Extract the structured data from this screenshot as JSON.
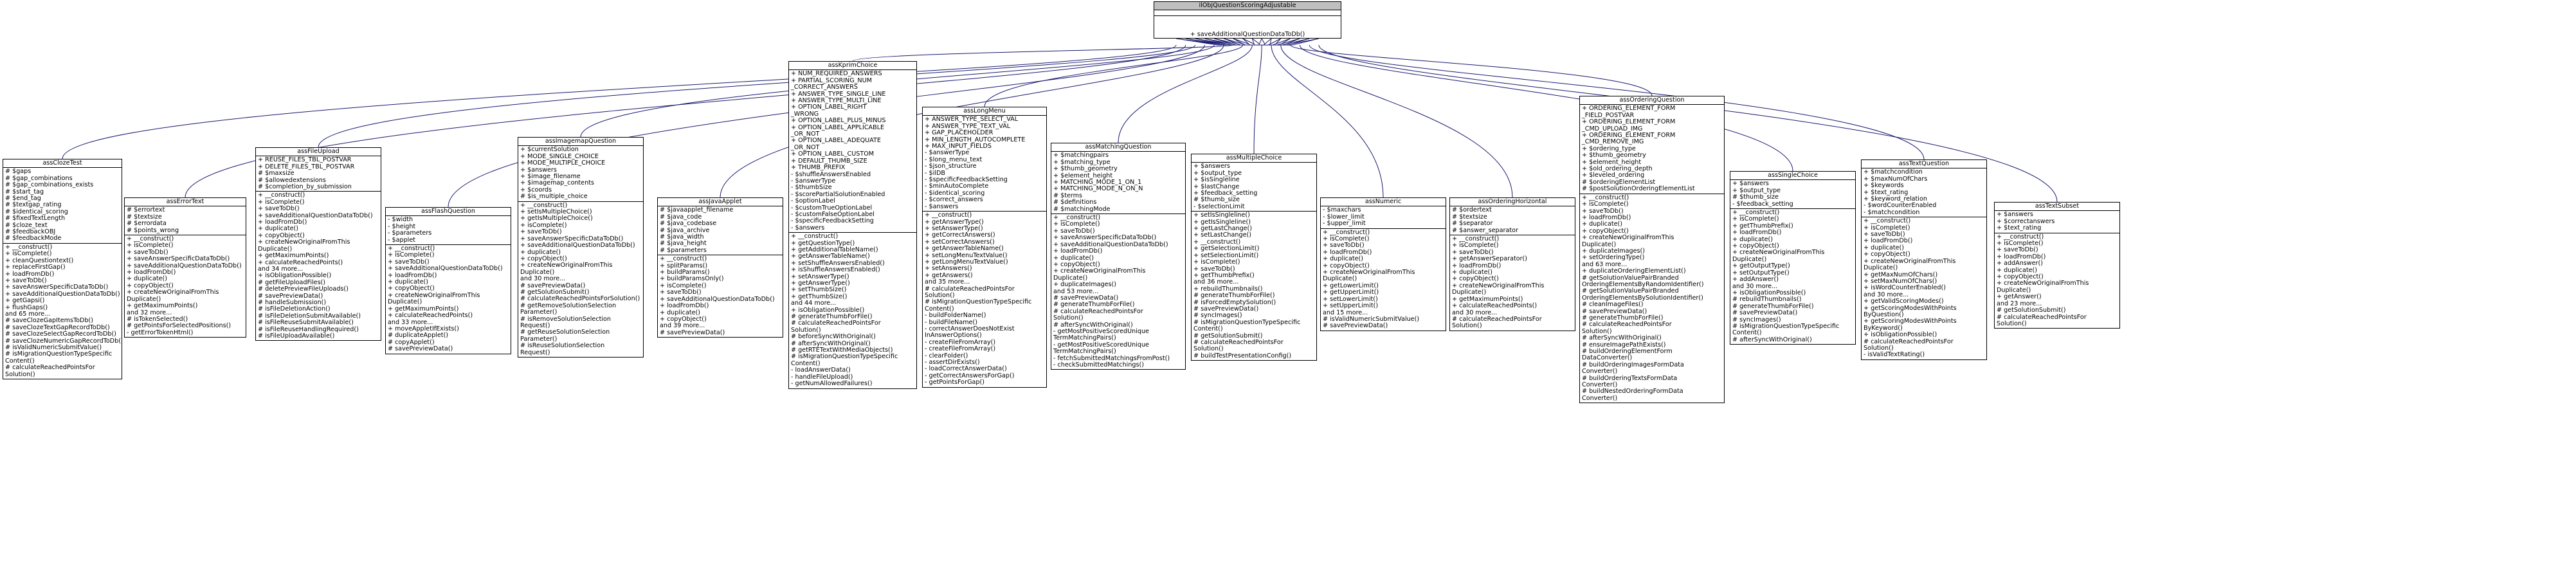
{
  "interface": {
    "name": "ilObjQuestionScoringAdjustable",
    "ops": [
      "+ saveAdditionalQuestionDataToDb()"
    ]
  },
  "classes": [
    {
      "key": "cloze",
      "name": "assClozeTest",
      "attrs": [
        "# $gaps",
        "# $gap_combinations",
        "# $gap_combinations_exists",
        "# $start_tag",
        "# $end_tag",
        "# $textgap_rating",
        "# $identical_scoring",
        "# $fixedTextLength",
        "# $cloze_text",
        "# $feedbackOBJ",
        "# $feedbackMode"
      ],
      "ops": [
        "+ __construct()",
        "+ isComplete()",
        "+ cleanQuestiontext()",
        "+ replaceFirstGap()",
        "+ loadFromDb()",
        "+ saveToDb()",
        "+ saveAnswerSpecificDataToDb()",
        "+ saveAdditionalQuestionDataToDb()",
        "+ getGapsi()",
        "+ flushGaps()",
        "and 65 more...",
        "# saveClozeGapItemsToDb()",
        "# saveClozeTextGapRecordToDb()",
        "# saveClozeSelectGapRecordToDb()",
        "# saveClozeNumericGapRecordToDb()",
        "# isValidNumericSubmitValue()",
        "# isMigrationQuestionTypeSpecific",
        "Content()",
        "# calculateReachedPointsFor",
        "Solution()"
      ]
    },
    {
      "key": "error",
      "name": "assErrorText",
      "attrs": [
        "# $errortext",
        "# $textsize",
        "# $errordata",
        "# $points_wrong"
      ],
      "ops": [
        "+ __construct()",
        "+ isComplete()",
        "+ saveToDb()",
        "+ saveAnswerSpecificDataToDb()",
        "+ saveAdditionalQuestionDataToDb()",
        "+ loadFromDb()",
        "+ duplicate()",
        "+ copyObject()",
        "+ createNewOriginalFromThis",
        "Duplicate()",
        "+ getMaximumPoints()",
        "and 32 more...",
        "# isTokenSelected()",
        "# getPointsForSelectedPositions()",
        "- getErrorTokenHtml()"
      ]
    },
    {
      "key": "fileupload",
      "name": "assFileUpload",
      "attrs": [
        "+ REUSE_FILES_TBL_POSTVAR",
        "+ DELETE_FILES_TBL_POSTVAR",
        "# $maxsize",
        "# $allowedextensions",
        "# $completion_by_submission"
      ],
      "ops": [
        "+ __construct()",
        "+ isComplete()",
        "+ saveToDb()",
        "+ saveAdditionalQuestionDataToDb()",
        "+ loadFromDb()",
        "+ duplicate()",
        "+ copyObject()",
        "+ createNewOriginalFromThis",
        "Duplicate()",
        "+ getMaximumPoints()",
        "+ calculateReachedPoints()",
        "and 34 more...",
        "+ isObligationPossible()",
        "# getFileUploadFiles()",
        "# deletePreviewFileUploads()",
        "# savePreviewData()",
        "# handleSubmission()",
        "# isFileDeletionAction()",
        "# isFileDeletionSubmitAvailable()",
        "# isFileReuseSubmitAvailable()",
        "# isFileReuseHandlingRequired()",
        "# isFileUploadAvailable()"
      ]
    },
    {
      "key": "flash",
      "name": "assFlashQuestion",
      "attrs": [
        "- $width",
        "- $height",
        "- $parameters",
        "- $applet"
      ],
      "ops": [
        "+ __construct()",
        "+ isComplete()",
        "+ saveToDb()",
        "+ saveAdditionalQuestionDataToDb()",
        "+ loadFromDb()",
        "+ duplicate()",
        "+ copyObject()",
        "+ createNewOriginalFromThis",
        "Duplicate()",
        "+ getMaximumPoints()",
        "+ calculateReachedPoints()",
        "and 33 more...",
        "+ moveAppletIfExists()",
        "# duplicateApplet()",
        "# copyApplet()",
        "# savePreviewData()"
      ]
    },
    {
      "key": "imagemap",
      "name": "assImagemapQuestion",
      "attrs": [
        "+ $currentSolution",
        "+ MODE_SINGLE_CHOICE",
        "+ MODE_MULTIPLE_CHOICE",
        "+ $answers",
        "+ $image_filename",
        "+ $imagemap_contents",
        "+ $coords",
        "# $is_multiple_choice"
      ],
      "ops": [
        "+ __construct()",
        "+ setIsMultipleChoice()",
        "+ getIsMultipleChoice()",
        "+ isComplete()",
        "+ saveToDb()",
        "+ saveAnswerSpecificDataToDb()",
        "+ saveAdditionalQuestionDataToDb()",
        "+ duplicate()",
        "+ copyObject()",
        "+ createNewOriginalFromThis",
        "Duplicate()",
        "and 30 more...",
        "# savePreviewData()",
        "# getSolutionSubmit()",
        "# calculateReachedPointsForSolution()",
        "# getRemoveSolutionSelection",
        "Parameter()",
        "# isRemoveSolutionSelection",
        "Request()",
        "# getReuseSolutionSelection",
        "Parameter()",
        "# isReuseSolutionSelection",
        "Request()"
      ]
    },
    {
      "key": "java",
      "name": "assJavaApplet",
      "attrs": [
        "# $javaapplet_filename",
        "# $java_code",
        "# $java_codebase",
        "# $java_archive",
        "# $java_width",
        "# $java_height",
        "# $parameters"
      ],
      "ops": [
        "+ __construct()",
        "+ splitParams()",
        "+ buildParams()",
        "+ buildParamsOnly()",
        "+ isComplete()",
        "+ saveToDb()",
        "+ saveAdditionalQuestionDataToDb()",
        "+ loadFromDb()",
        "+ duplicate()",
        "+ copyObject()",
        "and 39 more...",
        "# savePreviewData()"
      ]
    },
    {
      "key": "kprim",
      "name": "assKprimChoice",
      "attrs": [
        "+ NUM_REQUIRED_ANSWERS",
        "+ PARTIAL_SCORING_NUM",
        "_CORRECT_ANSWERS",
        "+ ANSWER_TYPE_SINGLE_LINE",
        "+ ANSWER_TYPE_MULTI_LINE",
        "+ OPTION_LABEL_RIGHT",
        "_WRONG",
        "+ OPTION_LABEL_PLUS_MINUS",
        "+ OPTION_LABEL_APPLICABLE",
        "_OR_NOT",
        "+ OPTION_LABEL_ADEQUATE",
        "_OR_NOT",
        "+ OPTION_LABEL_CUSTOM",
        "+ DEFAULT_THUMB_SIZE",
        "+ THUMB_PREFIX",
        "- $shuffleAnswersEnabled",
        "- $answerType",
        "- $thumbSize",
        "- $scorePartialSolutionEnabled",
        "- $optionLabel",
        "- $customTrueOptionLabel",
        "- $customFalseOptionLabel",
        "- $specificFeedbackSetting",
        "- $answers"
      ],
      "ops": [
        "+ __construct()",
        "+ getQuestionType()",
        "+ getAdditionalTableName()",
        "+ getAnswerTableName()",
        "+ setShuffleAnswersEnabled()",
        "+ isShuffleAnswersEnabled()",
        "+ setAnswerType()",
        "+ getAnswerType()",
        "+ setThumbSize()",
        "+ getThumbSize()",
        "and 44 more...",
        "+ isObligationPossible()",
        "# generateThumbForFile()",
        "# calculateReachedPointsFor",
        "Solution()",
        "# beforeSyncWithOriginal()",
        "# afterSyncWithOriginal()",
        "# getRTETextWithMediaObjects()",
        "# isMigrationQuestionTypeSpecific",
        "Content()",
        "- loadAnswerData()",
        "- handleFileUpload()",
        "- getNumAllowedFailures()"
      ]
    },
    {
      "key": "longmenu",
      "name": "assLongMenu",
      "attrs": [
        "+ ANSWER_TYPE_SELECT_VAL",
        "+ ANSWER_TYPE_TEXT_VAL",
        "+ GAP_PLACEHOLDER",
        "+ MIN_LENGTH_AUTOCOMPLETE",
        "+ MAX_INPUT_FIELDS",
        "- $answerType",
        "- $long_menu_text",
        "- $json_structure",
        "- $ilDB",
        "- $specificFeedbackSetting",
        "- $minAutoComplete",
        "- $identical_scoring",
        "- $correct_answers",
        "- $answers"
      ],
      "ops": [
        "+ __construct()",
        "+ getAnswerType()",
        "+ setAnswerType()",
        "+ getCorrectAnswers()",
        "+ setCorrectAnswers()",
        "+ getAnswerTableName()",
        "+ setLongMenuTextValue()",
        "+ getLongMenuTextValue()",
        "+ setAnswers()",
        "+ getAnswers()",
        "and 35 more...",
        "# calculateReachedPointsFor",
        "Solution()",
        "# isMigrationQuestionTypeSpecific",
        "Content()",
        "- buildFolderName()",
        "- buildFileName()",
        "- correctAnswerDoesNotExist",
        "InAnswerOptions()",
        "- createFileFromArray()",
        "- createFileFromArray()",
        "- clearFolder()",
        "- assertDirExists()",
        "- loadCorrectAnswerData()",
        "- getCorrectAnswersForGap()",
        "- getPointsForGap()"
      ]
    },
    {
      "key": "matching",
      "name": "assMatchingQuestion",
      "attrs": [
        "+ $matchingpairs",
        "+ $matching_type",
        "+ $thumb_geometry",
        "+ $element_height",
        "+ MATCHING_MODE_1_ON_1",
        "+ MATCHING_MODE_N_ON_N",
        "# $terms",
        "# $definitions",
        "# $matchingMode"
      ],
      "ops": [
        "+ __construct()",
        "+ isComplete()",
        "+ saveToDb()",
        "+ saveAnswerSpecificDataToDb()",
        "+ saveAdditionalQuestionDataToDb()",
        "+ loadFromDb()",
        "+ duplicate()",
        "+ copyObject()",
        "+ createNewOriginalFromThis",
        "Duplicate()",
        "+ duplicateImages()",
        "and 53 more...",
        "# savePreviewData()",
        "# generateThumbForFile()",
        "# calculateReachedPointsFor",
        "Solution()",
        "# afterSyncWithOriginal()",
        "- getMostPositiveScoredUnique",
        "TermMatchingPairs()",
        "- getMostPositiveScoredUnique",
        "TermMatchingPairs()",
        "- fetchSubmittedMatchingsFromPost()",
        "- checkSubmittedMatchings()"
      ]
    },
    {
      "key": "multiple",
      "name": "assMultipleChoice",
      "attrs": [
        "+ $answers",
        "+ $output_type",
        "+ $isSingleline",
        "+ $lastChange",
        "+ $feedback_setting",
        "# $thumb_size",
        "- $selectionLimit"
      ],
      "ops": [
        "+ setIsSingleline()",
        "+ getIsSingleline()",
        "+ getLastChange()",
        "+ setLastChange()",
        "+ __construct()",
        "+ getSelectionLimit()",
        "+ setSelectionLimit()",
        "+ isComplete()",
        "+ saveToDb()",
        "+ getThumbPrefix()",
        "and 36 more...",
        "+ rebuildThumbnails()",
        "# generateThumbForFile()",
        "# isForcedEmptySolution()",
        "# savePreviewData()",
        "# syncImages()",
        "# isMigrationQuestionTypeSpecific",
        "Content()",
        "# getSolutionSubmit()",
        "# calculateReachedPointsFor",
        "Solution()",
        "# buildTestPresentationConfig()"
      ]
    },
    {
      "key": "numeric",
      "name": "assNumeric",
      "attrs": [
        "- $maxchars",
        "- $lower_limit",
        "- $upper_limit"
      ],
      "ops": [
        "+ __construct()",
        "+ isComplete()",
        "+ saveToDb()",
        "+ loadFromDb()",
        "+ duplicate()",
        "+ copyObject()",
        "+ createNewOriginalFromThis",
        "Duplicate()",
        "+ getLowerLimit()",
        "+ getUpperLimit()",
        "+ setLowerLimit()",
        "+ setUpperLimit()",
        "and 15 more...",
        "# isValidNumericSubmitValue()",
        "# savePreviewData()"
      ]
    },
    {
      "key": "ordhoriz",
      "name": "assOrderingHorizontal",
      "attrs": [
        "# $ordertext",
        "# $textsize",
        "# $separator",
        "# $answer_separator"
      ],
      "ops": [
        "+ __construct()",
        "+ isComplete()",
        "+ saveToDb()",
        "+ getAnswerSeparator()",
        "+ loadFromDb()",
        "+ duplicate()",
        "+ copyObject()",
        "+ createNewOriginalFromThis",
        "Duplicate()",
        "+ getMaximumPoints()",
        "+ calculateReachedPoints()",
        "and 30 more...",
        "# calculateReachedPointsFor",
        "Solution()"
      ]
    },
    {
      "key": "ordering",
      "name": "assOrderingQuestion",
      "attrs": [
        "+ ORDERING_ELEMENT_FORM",
        "_FIELD_POSTVAR",
        "+ ORDERING_ELEMENT_FORM",
        "_CMD_UPLOAD_IMG",
        "+ ORDERING_ELEMENT_FORM",
        "_CMD_REMOVE_IMG",
        "+ $ordering_type",
        "+ $thumb_geometry",
        "+ $element_height",
        "+ $old_ordering_depth",
        "+ $leveled_ordering",
        "# $orderingElementList",
        "# $postSolutionOrderingElementList"
      ],
      "ops": [
        "+ __construct()",
        "+ isComplete()",
        "+ saveToDb()",
        "+ loadFromDb()",
        "+ duplicate()",
        "+ copyObject()",
        "+ createNewOriginalFromThis",
        "Duplicate()",
        "+ duplicateImages()",
        "+ setOrderingType()",
        "and 63 more...",
        "+ duplicateOrderingElementList()",
        "# getSolutionValuePairBranded",
        "OrderingElementsByRandomIdentifier()",
        "# getSolutionValuePairBranded",
        "OrderingElementsBySolutionIdentifier()",
        "# cleanImageFiles()",
        "# savePreviewData()",
        "# generateThumbForFile()",
        "# calculateReachedPointsFor",
        "Solution()",
        "# afterSyncWithOriginal()",
        "# ensureImagePathExists()",
        "# buildOrderingElementForm",
        "DataConverter()",
        "# buildOrderingImagesFormData",
        "Converter()",
        "# buildOrderingTextsFormData",
        "Converter()",
        "# buildNestedOrderingFormData",
        "Converter()"
      ]
    },
    {
      "key": "single",
      "name": "assSingleChoice",
      "attrs": [
        "+ $answers",
        "+ $output_type",
        "# $thumb_size",
        "- $feedback_setting"
      ],
      "ops": [
        "+ __construct()",
        "+ isComplete()",
        "+ getThumbPrefix()",
        "+ loadFromDb()",
        "+ duplicate()",
        "+ copyObject()",
        "+ createNewOriginalFromThis",
        "Duplicate()",
        "+ getOutputType()",
        "+ setOutputType()",
        "+ addAnswer()",
        "and 30 more...",
        "+ isObligationPossible()",
        "# rebuildThumbnails()",
        "# generateThumbForFile()",
        "# savePreviewData()",
        "# syncImages()",
        "# isMigrationQuestionTypeSpecific",
        "Content()",
        "# afterSyncWithOriginal()"
      ]
    },
    {
      "key": "textq",
      "name": "assTextQuestion",
      "attrs": [
        "+ $matchcondition",
        "+ $maxNumOfChars",
        "+ $keywords",
        "+ $text_rating",
        "+ $keyword_relation",
        "- $wordCounterEnabled",
        "- $matchcondition"
      ],
      "ops": [
        "+ __construct()",
        "+ isComplete()",
        "+ saveToDb()",
        "+ loadFromDb()",
        "+ duplicate()",
        "+ copyObject()",
        "+ createNewOriginalFromThis",
        "Duplicate()",
        "+ getMaxNumOfChars()",
        "+ setMaxNumOfChars()",
        "+ isWordCounterEnabled()",
        "and 30 more...",
        "+ getValidScoringModes()",
        "+ getScoringModesWithPoints",
        "ByQuestion()",
        "+ getScoringModesWithPoints",
        "ByKeyword()",
        "+ isObligationPossible()",
        "# calculateReachedPointsFor",
        "Solution()",
        "- isValidTextRating()"
      ]
    },
    {
      "key": "subset",
      "name": "assTextSubset",
      "attrs": [
        "+ $answers",
        "+ $correctanswers",
        "+ $text_rating"
      ],
      "ops": [
        "+ __construct()",
        "+ isComplete()",
        "+ saveToDb()",
        "+ loadFromDb()",
        "+ addAnswer()",
        "+ duplicate()",
        "+ copyObject()",
        "+ createNewOriginalFromThis",
        "Duplicate()",
        "+ getAnswer()",
        "and 23 more...",
        "# getSolutionSubmit()",
        "# calculateReachedPointsFor",
        "Solution()"
      ]
    }
  ]
}
